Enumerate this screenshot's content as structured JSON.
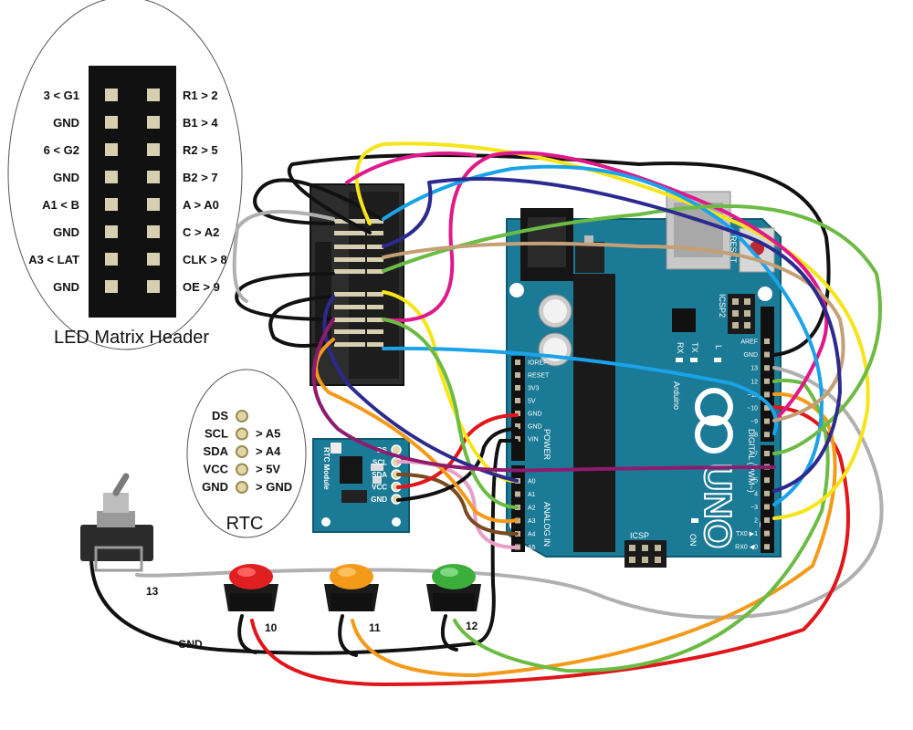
{
  "header_panel": {
    "title": "LED Matrix Header",
    "left_labels": [
      "3 < G1",
      "GND",
      "6 < G2",
      "GND",
      "A1 < B",
      "GND",
      "A3 < LAT",
      "GND"
    ],
    "right_labels": [
      "R1 > 2",
      "B1 > 4",
      "R2 > 5",
      "B2 > 7",
      "A > A0",
      "C > A2",
      "CLK > 8",
      "OE > 9"
    ]
  },
  "rtc_panel": {
    "title": "RTC",
    "pins": [
      "DS",
      "SCL",
      "SDA",
      "VCC",
      "GND"
    ],
    "connections": [
      "",
      "> A5",
      "> A4",
      "> 5V",
      "> GND"
    ]
  },
  "rtc_module": {
    "label": "RTC Module",
    "pins": [
      "DS",
      "SCL",
      "SDA",
      "VCC",
      "GND"
    ]
  },
  "arduino": {
    "brand": "Arduino",
    "logo_text": "UNO",
    "reset": "RESET",
    "icsp2": "ICSP2",
    "icsp": "ICSP",
    "on": "ON",
    "tx": "TX",
    "rx": "RX",
    "l": "L",
    "digital_label": "DIGITAL (PWM~)",
    "power_label": "POWER",
    "analog_label": "ANALOG IN",
    "power_pins": [
      "IOREF",
      "RESET",
      "3V3",
      "5V",
      "GND",
      "GND",
      "VIN"
    ],
    "analog_pins": [
      "A0",
      "A1",
      "A2",
      "A3",
      "A4",
      "A5"
    ],
    "digital_top": [
      "AREF",
      "GND",
      "13",
      "12",
      "~11",
      "~10",
      "~9",
      "8"
    ],
    "digital_bottom": [
      "7",
      "~6",
      "~5",
      "4",
      "~3",
      "2",
      "TX0 ▶1",
      "RX0 ◀0"
    ]
  },
  "wire_labels": {
    "switch": "13",
    "gnd": "GND",
    "red_button": "10",
    "orange_button": "11",
    "green_button": "12"
  },
  "colors": {
    "board": "#1b7a96",
    "board_dark": "#0e5a72",
    "red_button": "#e02020",
    "orange_button": "#f39a1a",
    "green_button": "#3cae3c",
    "wire_yellow": "#f5e51a",
    "wire_magenta": "#e0198a",
    "wire_blue": "#1aa3e8",
    "wire_green": "#6cbb44",
    "wire_tan": "#c4a076",
    "wire_navy": "#2c2a8e",
    "wire_purple": "#8e1b6e",
    "wire_orange": "#f39a1a",
    "wire_red": "#e0161a",
    "wire_gray": "#b0b0b0",
    "wire_pink": "#e8a0c8",
    "wire_brown": "#7a4a20",
    "wire_black": "#111111"
  }
}
